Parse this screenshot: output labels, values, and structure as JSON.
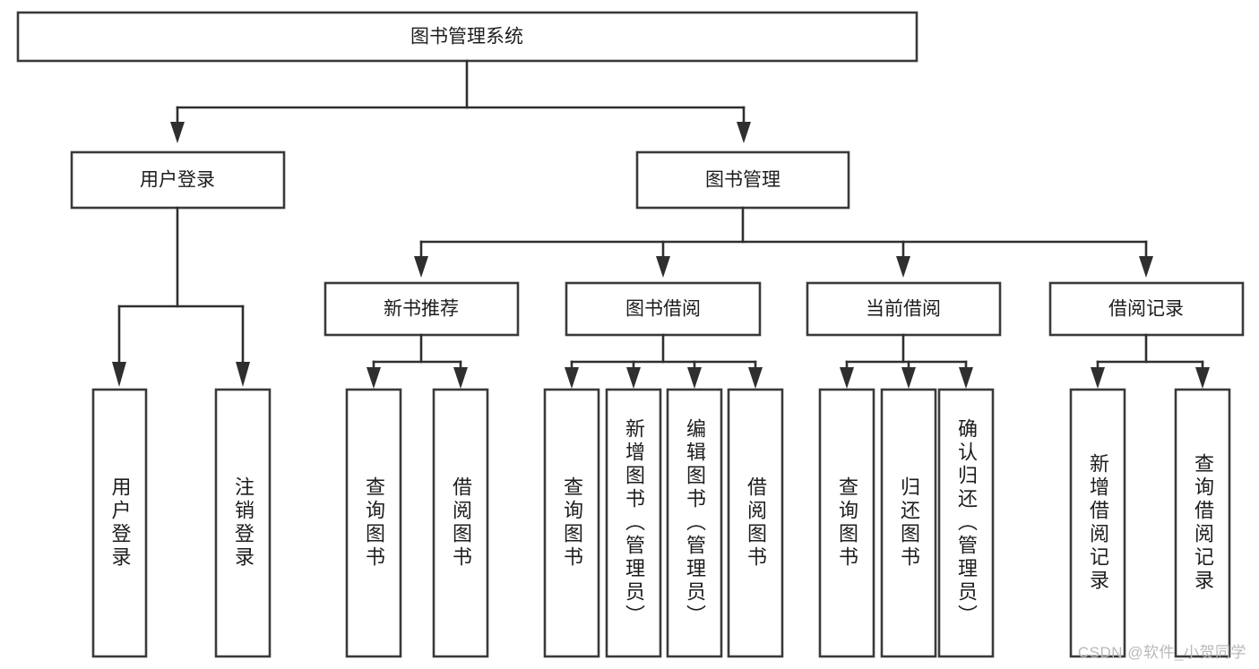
{
  "diagram": {
    "type": "tree-hierarchy",
    "title": "图书管理系统",
    "root": {
      "id": "root",
      "label": "图书管理系统",
      "orientation": "horizontal"
    },
    "level2": [
      {
        "id": "user-login",
        "label": "用户登录",
        "orientation": "horizontal"
      },
      {
        "id": "book-management",
        "label": "图书管理",
        "orientation": "horizontal"
      }
    ],
    "level3": [
      {
        "id": "new-book-recommend",
        "label": "新书推荐",
        "orientation": "horizontal",
        "parent": "book-management"
      },
      {
        "id": "book-borrow",
        "label": "图书借阅",
        "orientation": "horizontal",
        "parent": "book-management"
      },
      {
        "id": "current-borrow",
        "label": "当前借阅",
        "orientation": "horizontal",
        "parent": "book-management"
      },
      {
        "id": "borrow-record",
        "label": "借阅记录",
        "orientation": "horizontal",
        "parent": "book-management"
      }
    ],
    "leaves": [
      {
        "id": "leaf-user-login",
        "label": "用户登录",
        "orientation": "vertical",
        "parent": "user-login"
      },
      {
        "id": "leaf-logout-login",
        "label": "注销登录",
        "orientation": "vertical",
        "parent": "user-login"
      },
      {
        "id": "leaf-query-book-1",
        "label": "查询图书",
        "orientation": "vertical",
        "parent": "new-book-recommend"
      },
      {
        "id": "leaf-borrow-book-1",
        "label": "借阅图书",
        "orientation": "vertical",
        "parent": "new-book-recommend"
      },
      {
        "id": "leaf-query-book-2",
        "label": "查询图书",
        "orientation": "vertical",
        "parent": "book-borrow"
      },
      {
        "id": "leaf-add-book-admin",
        "label": "新增图书（管理员）",
        "orientation": "vertical",
        "parent": "book-borrow"
      },
      {
        "id": "leaf-edit-book-admin",
        "label": "编辑图书（管理员）",
        "orientation": "vertical",
        "parent": "book-borrow"
      },
      {
        "id": "leaf-borrow-book-2",
        "label": "借阅图书",
        "orientation": "vertical",
        "parent": "book-borrow"
      },
      {
        "id": "leaf-query-book-3",
        "label": "查询图书",
        "orientation": "vertical",
        "parent": "current-borrow"
      },
      {
        "id": "leaf-return-book",
        "label": "归还图书",
        "orientation": "vertical",
        "parent": "current-borrow"
      },
      {
        "id": "leaf-confirm-return-admin",
        "label": "确认归还（管理员）",
        "orientation": "vertical",
        "parent": "current-borrow"
      },
      {
        "id": "leaf-add-borrow-record",
        "label": "新增借阅记录",
        "orientation": "vertical",
        "parent": "borrow-record"
      },
      {
        "id": "leaf-query-borrow-record",
        "label": "查询借阅记录",
        "orientation": "vertical",
        "parent": "borrow-record"
      }
    ]
  },
  "watermark": {
    "text": "CSDN @软件_小贺同学"
  },
  "colors": {
    "box_border": "#3a3a3a",
    "connector": "#2f2f2f",
    "text": "#1d1d1d",
    "background": "#ffffff",
    "watermark": "#b9b9b9"
  }
}
